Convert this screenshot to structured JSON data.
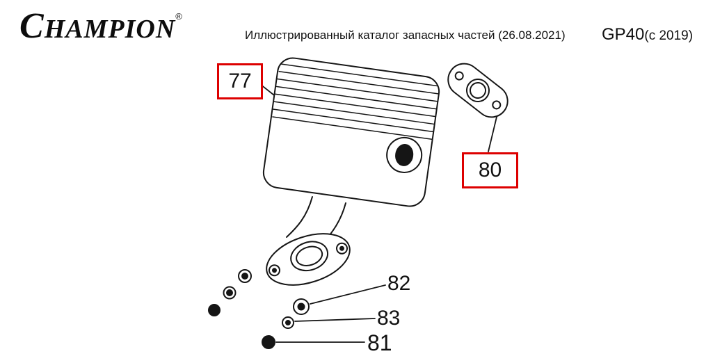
{
  "header": {
    "logo": "CHAMPION",
    "registered": "®",
    "title": "Иллюстрированный каталог запасных частей (26.08.2021)",
    "model": "GP40",
    "model_suffix": "(с 2019)"
  },
  "diagram": {
    "boxed_callouts": [
      {
        "label": "77"
      },
      {
        "label": "80"
      }
    ],
    "plain_callouts": [
      {
        "label": "82"
      },
      {
        "label": "83"
      },
      {
        "label": "81"
      }
    ],
    "colors": {
      "callout_box_border": "#dd0000",
      "line_art_ink": "#151515",
      "background": "#ffffff"
    }
  }
}
